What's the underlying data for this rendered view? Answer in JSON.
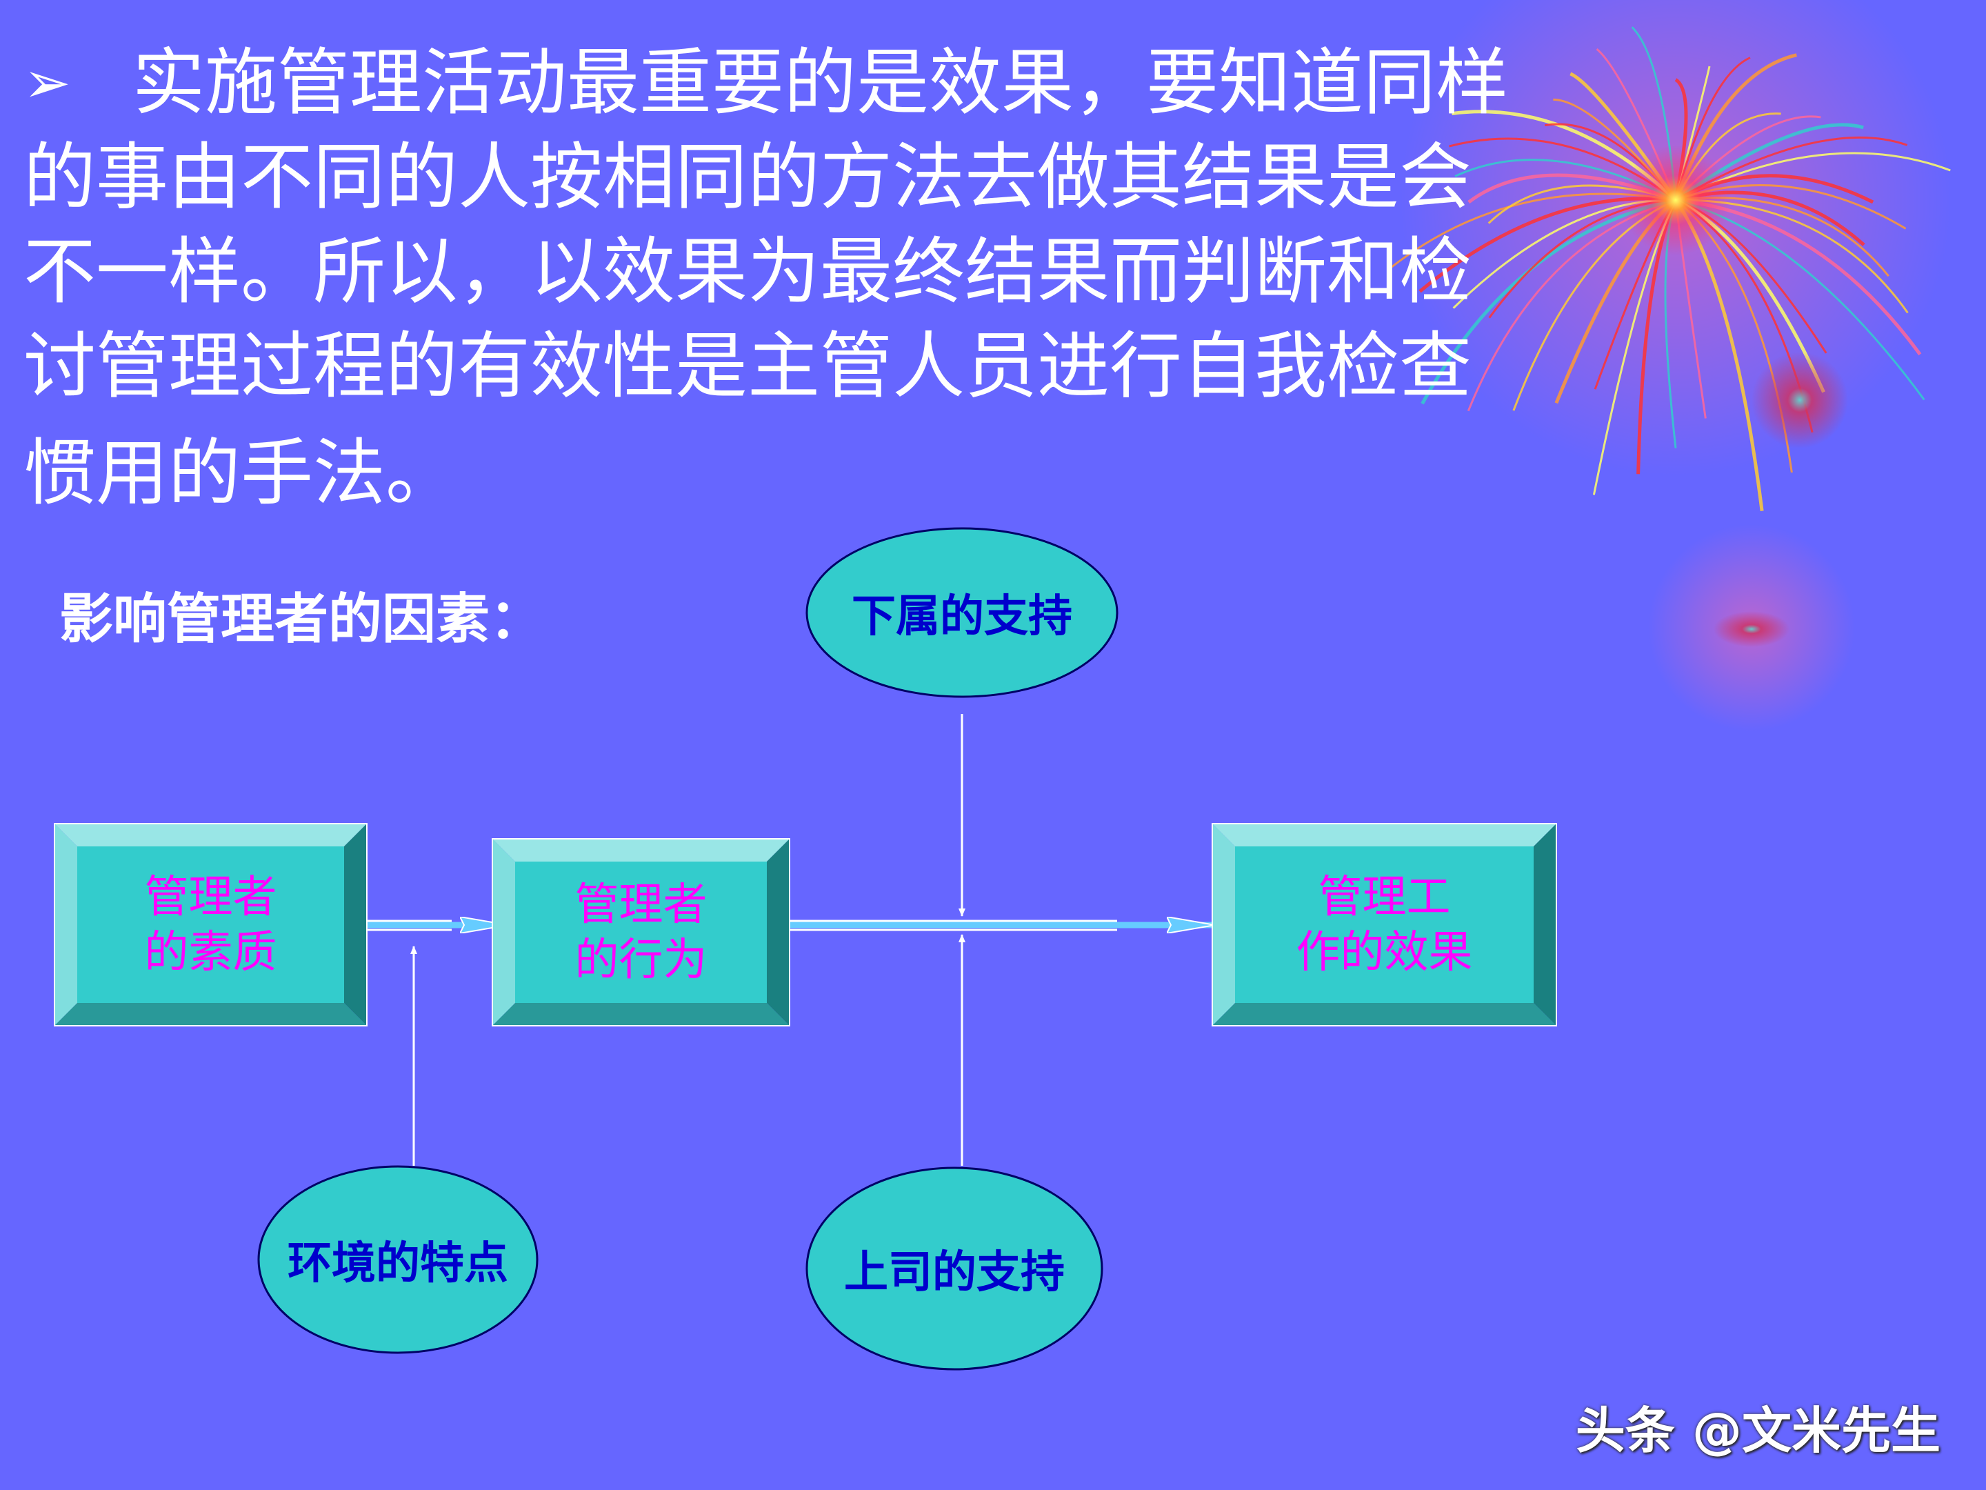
{
  "colors": {
    "background": "#6666ff",
    "box_face": "#33cccc",
    "box_text": "#ff00ff",
    "ellipse_fill": "#33cccc",
    "ellipse_text": "#0000cc",
    "body_text": "#ffffff"
  },
  "paragraph": {
    "bullet_symbol": "➢",
    "lines": [
      "实施管理活动最重要的是效果，要知道同样",
      "的事由不同的人按相同的方法去做其结果是会",
      "不一样。所以，以效果为最终结果而判断和检",
      "讨管理过程的有效性是主管人员进行自我检查",
      "惯用的手法。"
    ]
  },
  "subheading": "影响管理者的因素：",
  "boxes": [
    {
      "line1": "管理者",
      "line2": "的素质"
    },
    {
      "line1": "管理者",
      "line2": "的行为"
    },
    {
      "line1": "管理工",
      "line2": "作的效果"
    }
  ],
  "ellipses": [
    {
      "label": "下属的支持"
    },
    {
      "label": "环境的特点"
    },
    {
      "label": "上司的支持"
    }
  ],
  "decoration": "fireworks",
  "watermark": "头条 @文米先生"
}
